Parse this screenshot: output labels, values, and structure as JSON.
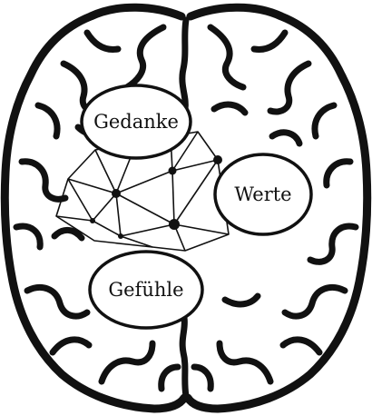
{
  "nodes": {
    "gedanke": {
      "label": "Gedanke"
    },
    "werte": {
      "label": "Werte"
    },
    "gefuehle": {
      "label": "Gefühle"
    }
  },
  "colors": {
    "ink": "#111111",
    "background": "#ffffff"
  }
}
